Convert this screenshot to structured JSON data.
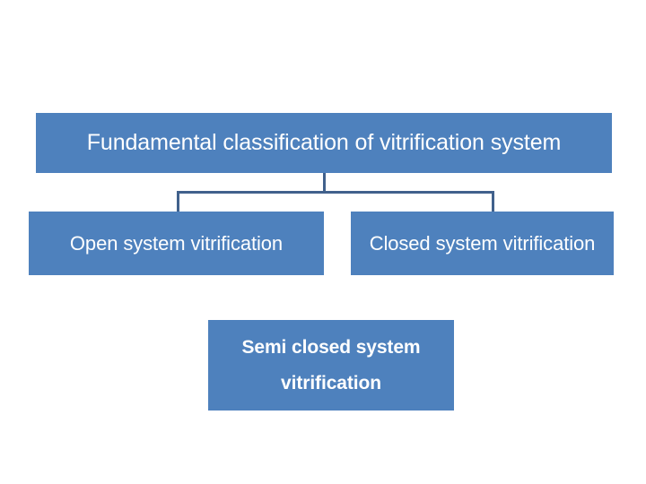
{
  "diagram": {
    "type": "hierarchy",
    "background_color": "#FFFFFF",
    "node_fill_color": "#4E81BD",
    "node_text_color": "#FFFFFF",
    "connector_color": "#41618C",
    "root": {
      "id": "root",
      "label": "Fundamental classification of vitrification system",
      "line1": "Fundamental classification of vitrification",
      "line2": "system",
      "bold": false
    },
    "children": [
      {
        "id": "open",
        "label": "Open system vitrification",
        "line1": "Open system",
        "line2": "vitrification",
        "bold": false
      },
      {
        "id": "closed",
        "label": "Closed system vitrification",
        "line1": "Closed system",
        "line2": "vitrification",
        "bold": false
      },
      {
        "id": "semi",
        "label": "Semi closed system vitrification",
        "line1": "Semi closed system",
        "line2": "vitrification",
        "bold": true
      }
    ]
  }
}
